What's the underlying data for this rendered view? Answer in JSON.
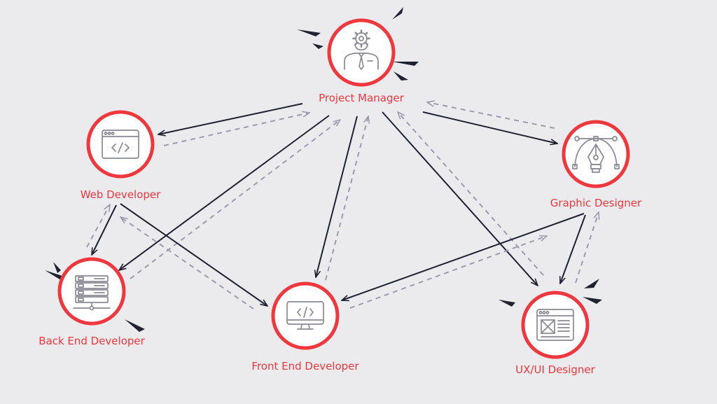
{
  "colors": {
    "background": "#ebebed",
    "node_ring": "#f0373d",
    "node_fill": "#ffffff",
    "label": "#f0373d",
    "icon_stroke": "#8a8a96",
    "solid_arrow": "#1f2231",
    "dashed_arrow": "#9c9cae",
    "spark": "#1f2231"
  },
  "nodes": {
    "project_manager": {
      "label": "Project Manager",
      "icon": "manager-gear-icon"
    },
    "web_developer": {
      "label": "Web Developer",
      "icon": "browser-code-icon"
    },
    "graphic_designer": {
      "label": "Graphic Designer",
      "icon": "pen-tool-icon"
    },
    "back_end_developer": {
      "label": "Back End Developer",
      "icon": "server-icon"
    },
    "front_end_developer": {
      "label": "Front End Developer",
      "icon": "monitor-code-icon"
    },
    "ux_ui_designer": {
      "label": "UX/UI Designer",
      "icon": "wireframe-icon"
    }
  },
  "connections": [
    {
      "from": "project_manager",
      "to": "web_developer",
      "style": "solid"
    },
    {
      "from": "web_developer",
      "to": "project_manager",
      "style": "dashed"
    },
    {
      "from": "project_manager",
      "to": "graphic_designer",
      "style": "solid"
    },
    {
      "from": "graphic_designer",
      "to": "project_manager",
      "style": "dashed"
    },
    {
      "from": "project_manager",
      "to": "back_end_developer",
      "style": "solid"
    },
    {
      "from": "back_end_developer",
      "to": "project_manager",
      "style": "dashed"
    },
    {
      "from": "project_manager",
      "to": "front_end_developer",
      "style": "solid"
    },
    {
      "from": "front_end_developer",
      "to": "project_manager",
      "style": "dashed"
    },
    {
      "from": "project_manager",
      "to": "ux_ui_designer",
      "style": "solid"
    },
    {
      "from": "ux_ui_designer",
      "to": "project_manager",
      "style": "dashed"
    },
    {
      "from": "web_developer",
      "to": "back_end_developer",
      "style": "solid"
    },
    {
      "from": "back_end_developer",
      "to": "web_developer",
      "style": "dashed"
    },
    {
      "from": "web_developer",
      "to": "front_end_developer",
      "style": "solid"
    },
    {
      "from": "front_end_developer",
      "to": "web_developer",
      "style": "dashed"
    },
    {
      "from": "graphic_designer",
      "to": "front_end_developer",
      "style": "solid"
    },
    {
      "from": "front_end_developer",
      "to": "graphic_designer",
      "style": "dashed"
    },
    {
      "from": "graphic_designer",
      "to": "ux_ui_designer",
      "style": "solid"
    },
    {
      "from": "ux_ui_designer",
      "to": "graphic_designer",
      "style": "dashed"
    }
  ]
}
